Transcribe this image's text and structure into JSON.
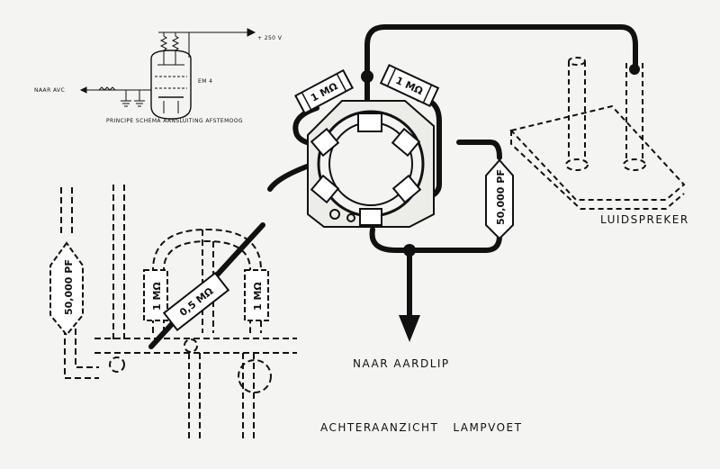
{
  "schematic": {
    "supply_label": "+ 250 V",
    "tube_label": "EM 4",
    "avc_label": "NAAR AVC",
    "caption": "PRINCIPE SCHEMA AANSLUITING AFSTEMOOG"
  },
  "components": {
    "res_left_top": "1 MΩ",
    "res_right_top": "1 MΩ",
    "cap_right": "50,000 PF",
    "cap_left": "50,000 PF",
    "res_chassis_left": "1 MΩ",
    "res_chassis_mid": "0,5 MΩ",
    "res_chassis_right": "1 MΩ"
  },
  "labels": {
    "speaker": "LUIDSPREKER",
    "ground": "NAAR AARDLIP",
    "view": "ACHTERAANZICHT   LAMPVOET"
  },
  "colors": {
    "ink": "#111111",
    "paper": "#f4f4f2"
  }
}
